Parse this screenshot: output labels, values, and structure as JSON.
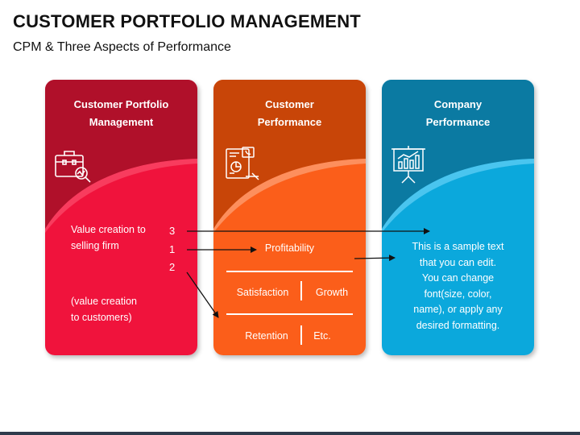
{
  "slide": {
    "title": "CUSTOMER PORTFOLIO MANAGEMENT",
    "subtitle": "CPM & Three Aspects of Performance"
  },
  "cards": [
    {
      "title_line1": "Customer Portfolio",
      "title_line2": "Management",
      "icon": "briefcase-analytics-icon",
      "text1_line1": "Value creation to",
      "text1_line2": "selling firm",
      "text2_line1": "(value creation",
      "text2_line2": "to customers)",
      "numbers": [
        "3",
        "1",
        "2"
      ]
    },
    {
      "title_line1": "Customer",
      "title_line2": "Performance",
      "icon": "report-chart-phone-icon",
      "items": {
        "top": "Profitability",
        "mid_left": "Satisfaction",
        "mid_right": "Growth",
        "bottom_left": "Retention",
        "bottom_right": "Etc."
      }
    },
    {
      "title_line1": "Company",
      "title_line2": "Performance",
      "icon": "presentation-board-icon",
      "body_lines": [
        "This is a sample text",
        "that you can edit.",
        "You can change",
        "font(size, color,",
        "name), or apply any",
        "desired formatting."
      ]
    }
  ],
  "colors": {
    "card1_dark": "#b0102a",
    "card1_light": "#f0133c",
    "card2_dark": "#c84508",
    "card2_light": "#fb5e1a",
    "card3_dark": "#0b7aa2",
    "card3_light": "#0ba8dc",
    "text_dark": "#111111",
    "arrow": "#111111"
  }
}
